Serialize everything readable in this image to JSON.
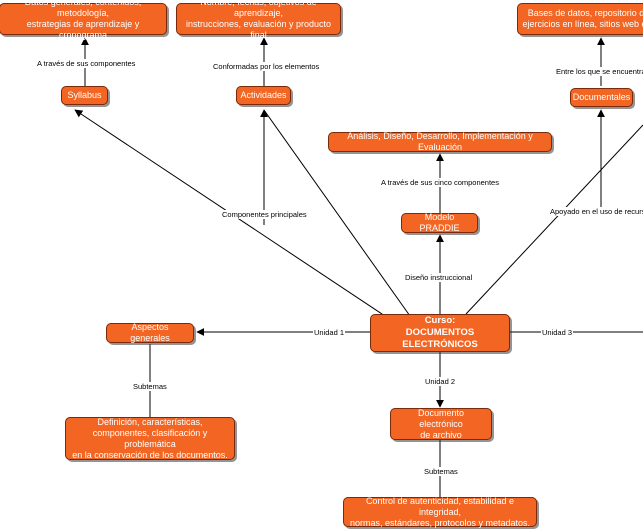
{
  "nodes": {
    "syllabus_detail": "Datos generales, contenidos, metodología,\nestrategias de aprendizaje y cronograma",
    "actividades_detail": "Nombre, fechas, objetivos de aprendizaje,\ninstrucciones, evaluación y producto final",
    "documentales_detail": "Bases de datos, repositorio di\nejercicios en línea, sitios web en",
    "syllabus": "Syllabus",
    "actividades": "Actividades",
    "documentales": "Documentales",
    "addie": "Análisis, Diseño, Desarrollo, Implementación y Evaluación",
    "praddie": "Modelo PRADDIE",
    "curso": "Curso:\nDOCUMENTOS ELECTRÓNICOS",
    "aspectos": "Aspectos generales",
    "definicion": "Definición, características,\ncomponentes, clasificación y problemática\nen la conservación de los documentos.",
    "doc_electronico": "Documento electrónico\nde archivo",
    "control": "Control de autenticidad, estabilidad e integridad,\nnormas, estándares, protocolos y metadatos."
  },
  "labels": {
    "traves_componentes": "A través de sus componentes",
    "conformadas": "Conformadas por los elementos",
    "entre_los_que": "Entre los que se encuentran",
    "componentes_principales": "Componentes principales",
    "traves_cinco": "A través de sus cinco componentes",
    "apoyado": "Apoyado en el uso de recursos",
    "diseno_instruccional": "Diseño instruccional",
    "unidad1": "Unidad 1",
    "unidad2": "Unidad 2",
    "unidad3": "Unidad 3",
    "subtemas1": "Subtemas",
    "subtemas2": "Subtemas"
  },
  "colors": {
    "node_fill": "#f26522",
    "node_border": "#7a2a08",
    "connector": "#000000"
  }
}
